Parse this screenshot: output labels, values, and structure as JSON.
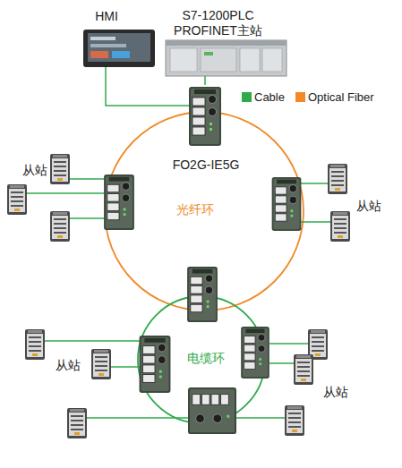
{
  "diagram": {
    "nodes": [
      {
        "text": [
          "HMI"
        ]
      },
      {
        "text": [
          "S7-1200PLC",
          "PROFINET主站"
        ]
      },
      {
        "text": [
          "FO2G-IE5G"
        ]
      },
      {
        "text": [
          "光纤环"
        ]
      },
      {
        "text": [
          "电缆环"
        ]
      }
    ],
    "edges": [
      {
        "from": 0,
        "to": 2,
        "arrow": "none"
      },
      {
        "from": 1,
        "to": 2,
        "arrow": "none"
      }
    ],
    "labels": [
      "从站",
      "从站",
      "从站",
      "从站"
    ],
    "legend": [
      {
        "text": "Cable",
        "color": "#2eaa4a"
      },
      {
        "text": "Optical Fiber",
        "color": "#f08a28"
      }
    ]
  }
}
